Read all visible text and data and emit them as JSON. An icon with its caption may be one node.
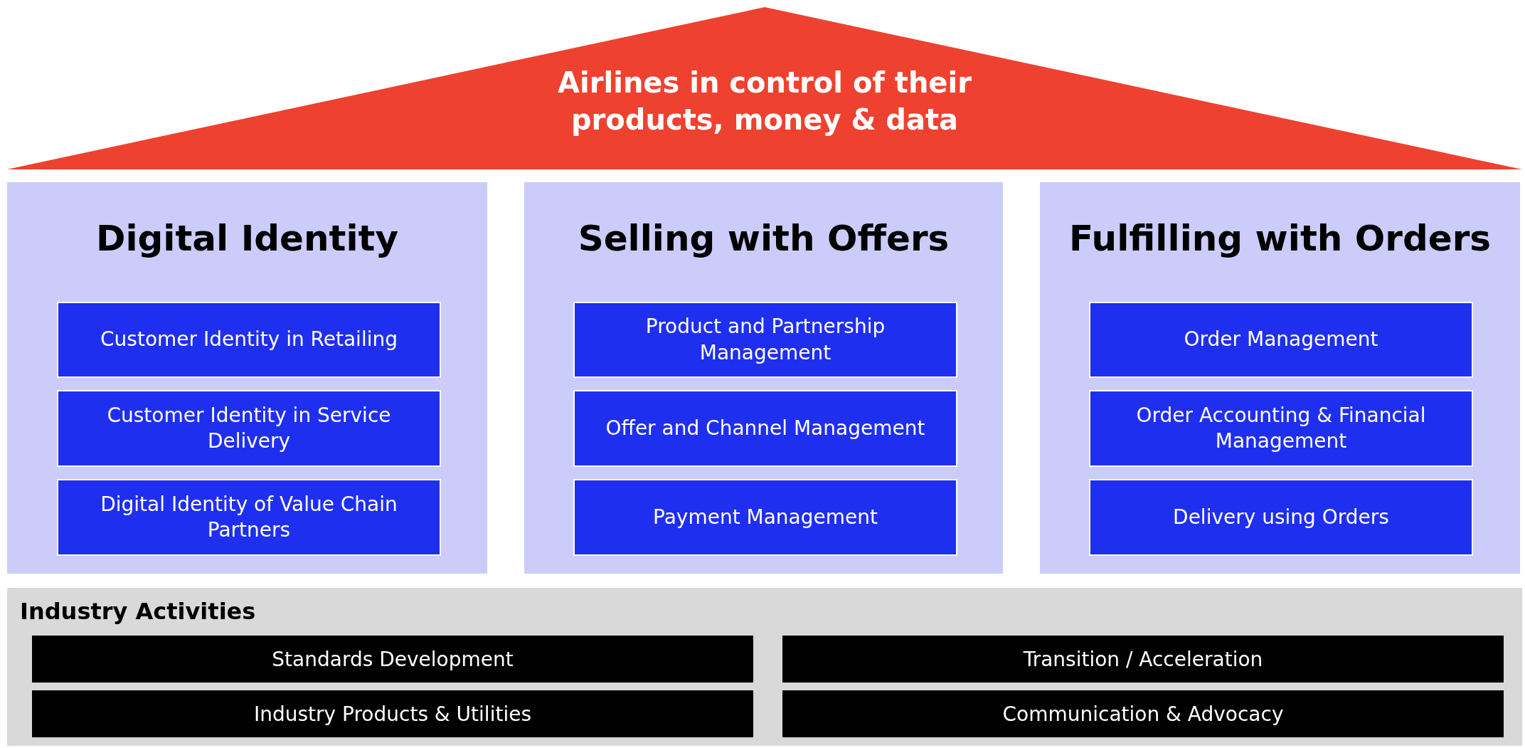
{
  "diagram": {
    "nodes": [
      {
        "text": [
          "Airlines in control of their products, money & data"
        ]
      },
      {
        "text": [
          "Digital Identity"
        ]
      },
      {
        "text": [
          "Customer Identity in Retailing"
        ],
        "in": 1
      },
      {
        "text": [
          "Customer Identity in Service Delivery"
        ],
        "in": 1
      },
      {
        "text": [
          "Digital Identity of Value Chain Partners"
        ],
        "in": 1
      },
      {
        "text": [
          "Selling with Offers"
        ]
      },
      {
        "text": [
          "Product and Partnership Management"
        ],
        "in": 5
      },
      {
        "text": [
          "Offer and Channel Management"
        ],
        "in": 5
      },
      {
        "text": [
          "Payment Management"
        ],
        "in": 5
      },
      {
        "text": [
          "Fulfilling with Orders"
        ]
      },
      {
        "text": [
          "Order Management"
        ],
        "in": 9
      },
      {
        "text": [
          "Order Accounting & Financial Management"
        ],
        "in": 9
      },
      {
        "text": [
          "Delivery using Orders"
        ],
        "in": 9
      },
      {
        "text": [
          "Industry Activities"
        ]
      },
      {
        "text": [
          "Standards Development"
        ],
        "in": 13
      },
      {
        "text": [
          "Transition / Acceleration"
        ],
        "in": 13
      },
      {
        "text": [
          "Industry Products & Utilities"
        ],
        "in": 13
      },
      {
        "text": [
          "Communication & Advocacy"
        ],
        "in": 13
      }
    ]
  }
}
